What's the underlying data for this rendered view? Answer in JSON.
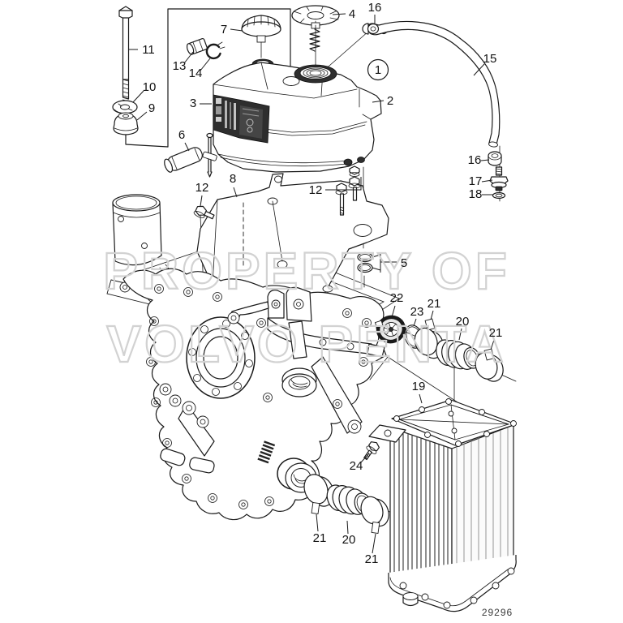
{
  "diagram": {
    "drawing_number": "29296",
    "watermark_line1": "PROPERTY OF",
    "watermark_line2": "VOLVO PENTA",
    "colors": {
      "ink": "#1a1a1a",
      "watermark": "#d2d2d2",
      "sticker_dark": "#2e2e2e"
    },
    "assembly_circle_ref": "1",
    "callouts": {
      "n1": "1",
      "n2": "2",
      "n3": "3",
      "n4": "4",
      "n5": "5",
      "n6": "6",
      "n7": "7",
      "n8": "8",
      "n9": "9",
      "n10": "10",
      "n11": "11",
      "n12_left": "12",
      "n12_right": "12",
      "n13": "13",
      "n14": "14",
      "n15": "15",
      "n16_top": "16",
      "n16_side": "16",
      "n17": "17",
      "n18": "18",
      "n19": "19",
      "n20_upper": "20",
      "n20_lower": "20",
      "n21_a": "21",
      "n21_b": "21",
      "n21_c": "21",
      "n21_d": "21",
      "n22": "22",
      "n23": "23",
      "n24": "24"
    }
  }
}
